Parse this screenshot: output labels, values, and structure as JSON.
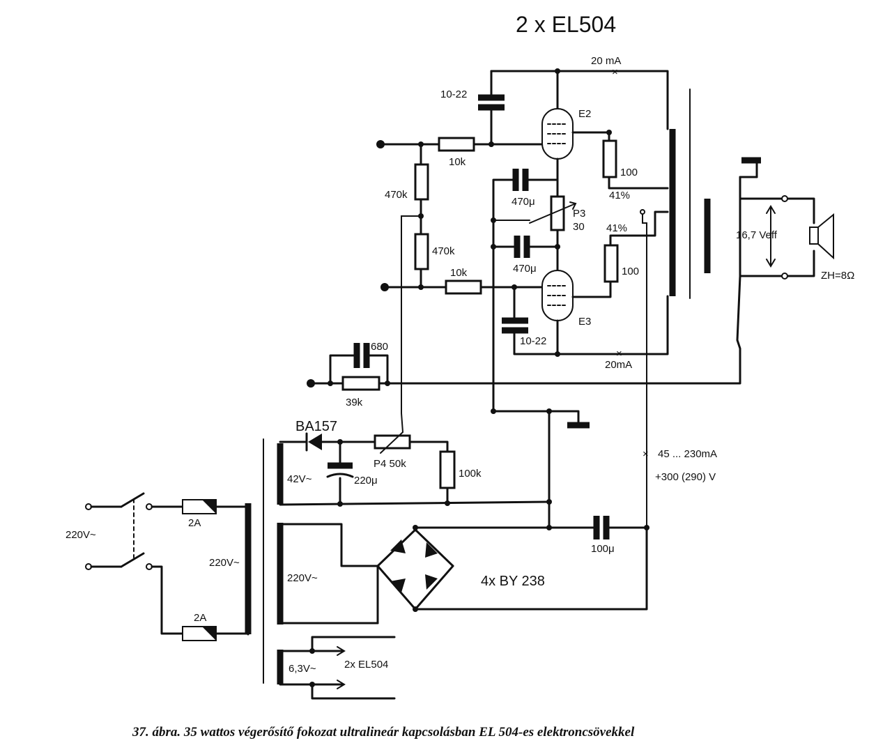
{
  "title": "2 x EL504",
  "tubes": {
    "e2": "E2",
    "e3": "E3"
  },
  "labels": {
    "c_top": "10-22",
    "c_bot": "10-22",
    "r_grid_top": "10k",
    "r_grid_bot": "10k",
    "r_div_top": "470k",
    "r_div_bot": "470k",
    "c_470_top": "470μ",
    "c_470_bot": "470μ",
    "p3_name": "P3",
    "p3_val": "30",
    "r_100_top": "100",
    "r_100_bot": "100",
    "tap_top": "41%",
    "tap_bot": "41%",
    "i_top": "20 mA",
    "i_bot": "20mA",
    "c_680": "680",
    "r_39k": "39k",
    "v_out": "16,7 Veff",
    "z_h": "ZH=8Ω",
    "diode": "BA157",
    "v_42": "42V~",
    "c_220u": "220μ",
    "p4": "P4 50k",
    "r_100k": "100k",
    "i_range": "45 ... 230mA",
    "v_b": "+300 (290) V",
    "c_100u": "100μ",
    "bridge": "4x BY 238",
    "mains": "220V~",
    "fuse_top": "2A",
    "fuse_bot": "2A",
    "prim": "220V~",
    "sec_hv": "220V~",
    "heater": "6,3V~",
    "heater_load": "2x EL504"
  },
  "caption": "37. ábra. 35 wattos végerősítő fokozat ultralineár kapcsolásban EL 504-es elektroncsövekkel"
}
